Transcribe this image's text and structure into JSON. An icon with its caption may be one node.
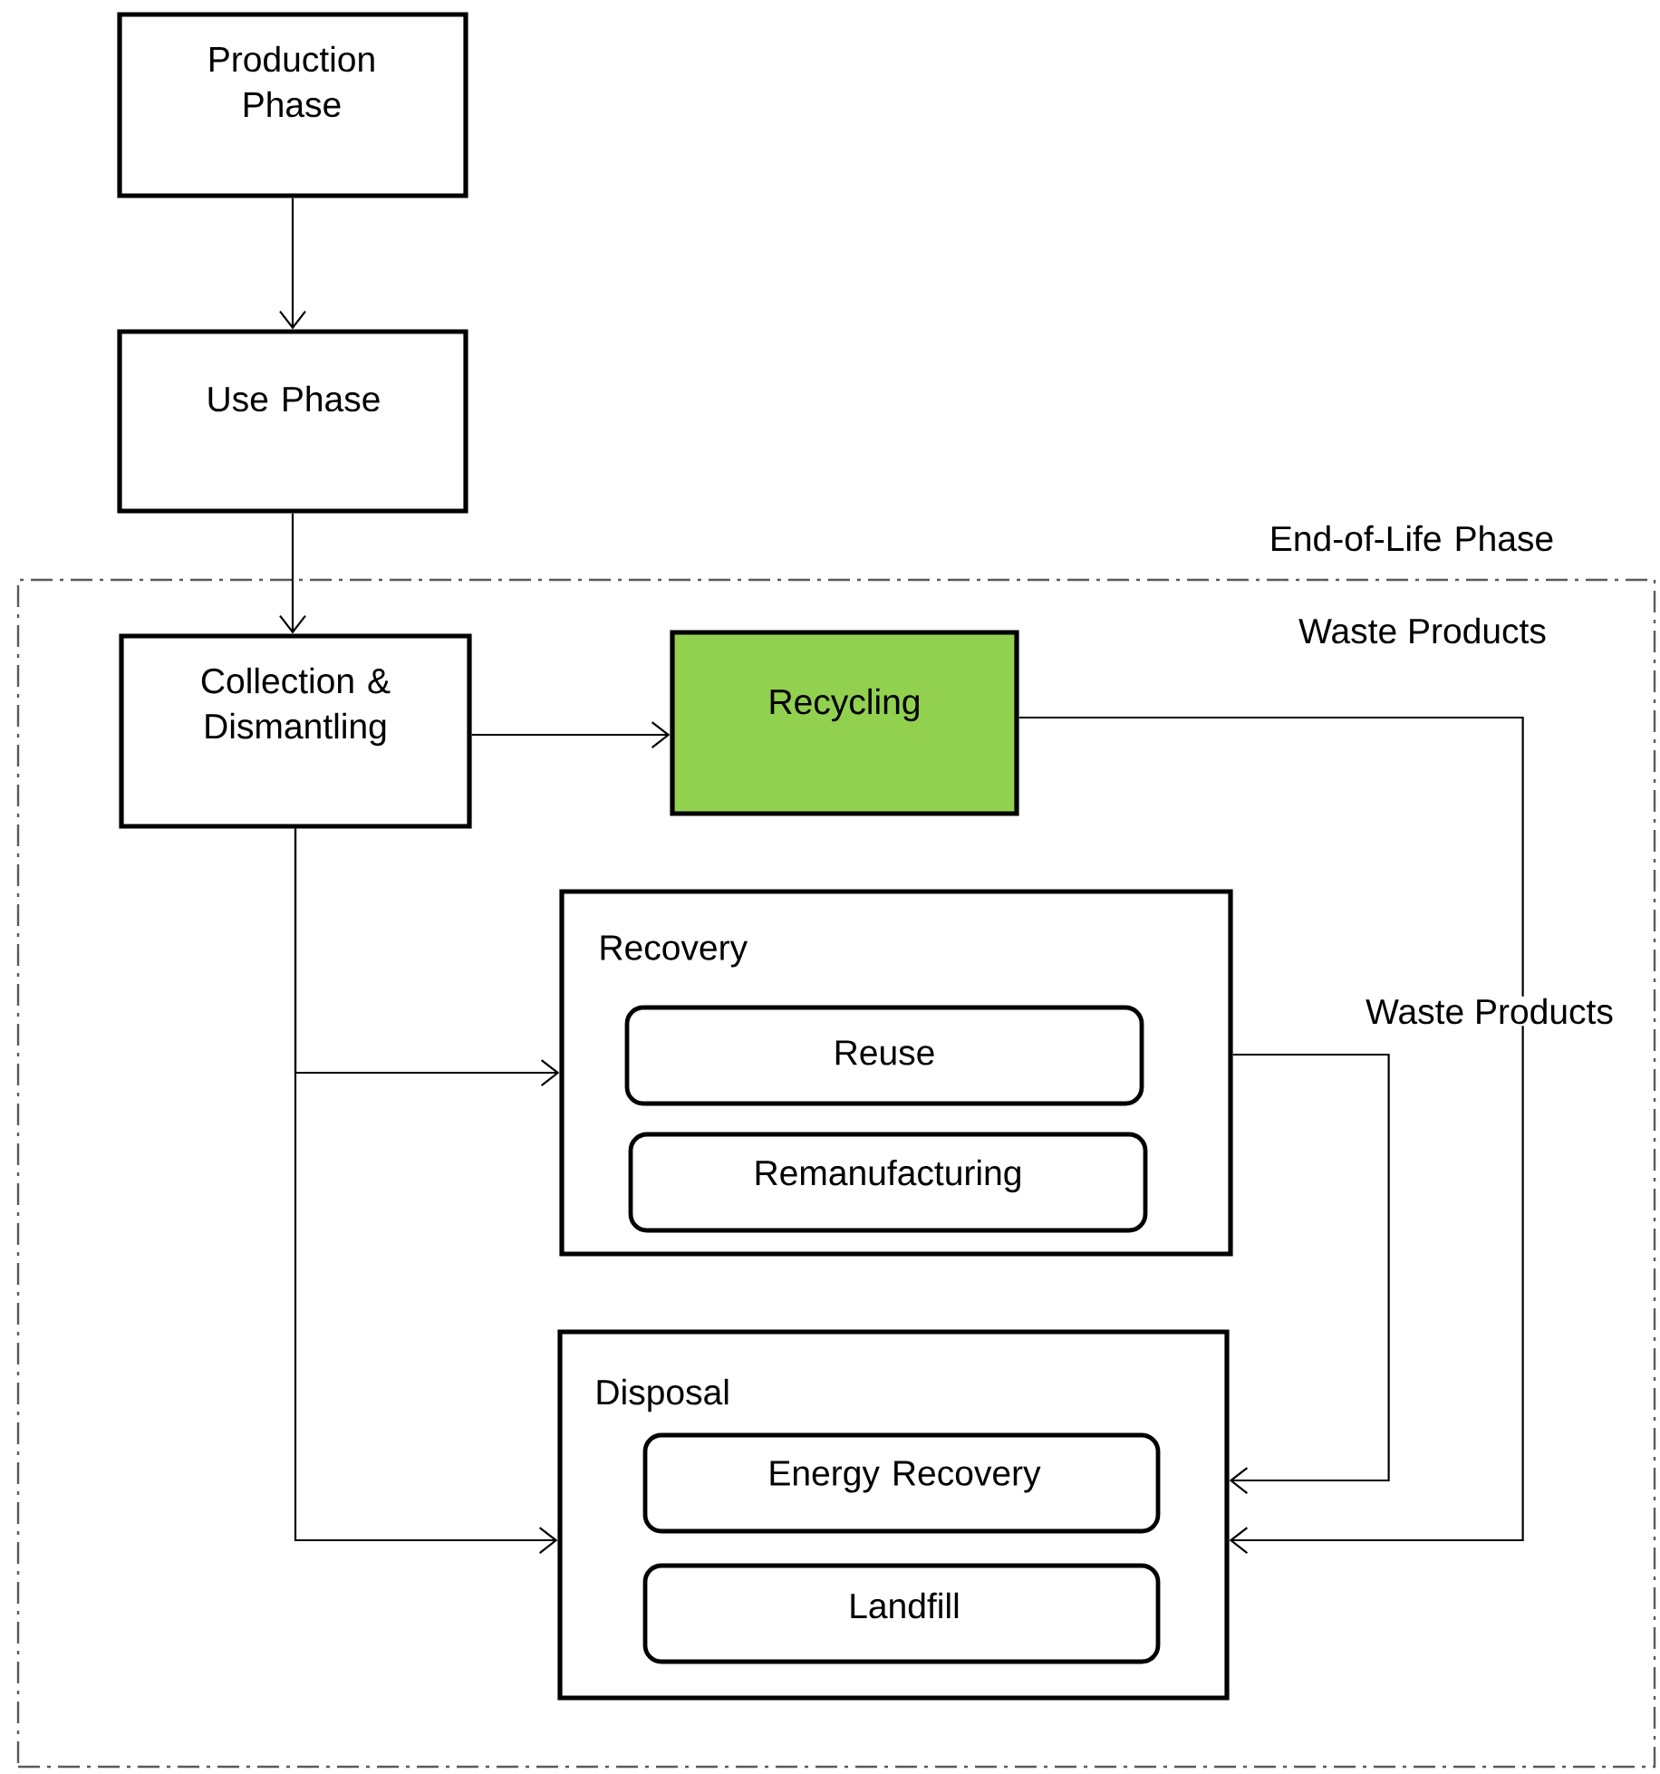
{
  "diagram": {
    "nodes": [
      {
        "text": [
          "Production Phase"
        ]
      },
      {
        "text": [
          "Use Phase"
        ]
      },
      {
        "text": [
          "End-of-Life Phase"
        ]
      },
      {
        "text": [
          "Collection & Dismantling"
        ],
        "in": 2
      },
      {
        "text": [
          "Recycling"
        ],
        "in": 2
      },
      {
        "text": [
          "Recovery"
        ],
        "in": 2
      },
      {
        "text": [
          "Reuse"
        ],
        "in": 5
      },
      {
        "text": [
          "Remanufacturing"
        ],
        "in": 5
      },
      {
        "text": [
          "Disposal"
        ],
        "in": 2
      },
      {
        "text": [
          "Energy Recovery"
        ],
        "in": 8
      },
      {
        "text": [
          "Landfill"
        ],
        "in": 8
      }
    ],
    "edges": [
      {
        "from": 0,
        "to": 1,
        "arrow": "to"
      },
      {
        "from": 1,
        "to": 3,
        "arrow": "to"
      },
      {
        "from": 3,
        "to": 4,
        "arrow": "to"
      },
      {
        "from": 3,
        "to": 5,
        "arrow": "to"
      },
      {
        "from": 3,
        "to": 8,
        "arrow": "to"
      },
      {
        "from": 5,
        "to": 8,
        "arrow": "to",
        "label": "Waste Products"
      },
      {
        "from": 4,
        "to": 8,
        "arrow": "to",
        "label": "Waste Products"
      }
    ]
  }
}
